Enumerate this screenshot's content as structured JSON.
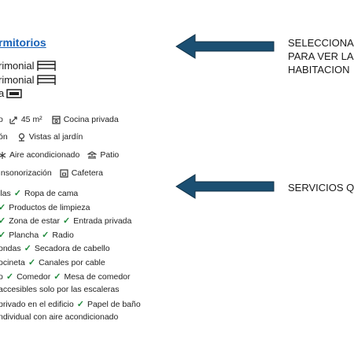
{
  "section": {
    "title": "rmitorios"
  },
  "beds": [
    {
      "label": "rimonial",
      "icon": "double-bed-icon"
    },
    {
      "label": "rimonial",
      "icon": "double-bed-icon"
    },
    {
      "label": "a",
      "icon": "sofa-bed-icon"
    }
  ],
  "facilities": {
    "row1": {
      "a": "o",
      "size": "45 m²",
      "kitchen": "Cocina privada"
    },
    "row2": {
      "a": "ón",
      "view": "Vistas al jardín"
    },
    "row3": {
      "ac": "Aire acondicionado",
      "patio": "Patio"
    },
    "row4": {
      "soundproof": "Insonorización",
      "coffee": "Cafetera"
    }
  },
  "amenities": [
    [
      "llas",
      "Ropa de cama"
    ],
    [
      "Productos de limpieza"
    ],
    [
      "Zona de estar",
      "Entrada privada"
    ],
    [
      "Plancha",
      "Radio"
    ],
    [
      "ondas",
      "Secadora de cabello"
    ],
    [
      "ocineta",
      "Canales por cable"
    ],
    [
      "o",
      "Comedor",
      "Mesa de comedor"
    ],
    [
      "accesibles solo por las escaleras"
    ],
    [
      "privado en el edificio",
      "Papel de baño"
    ],
    [
      "ndividual con aire acondicionado"
    ]
  ],
  "callouts": {
    "top": [
      "SELECCIONA",
      "PARA VER LA",
      "HABITACION"
    ],
    "bottom": "SERVICIOS Q"
  },
  "colors": {
    "arrow": "#1b4f72",
    "link": "#1a63b8",
    "check": "#1f8a3b"
  }
}
